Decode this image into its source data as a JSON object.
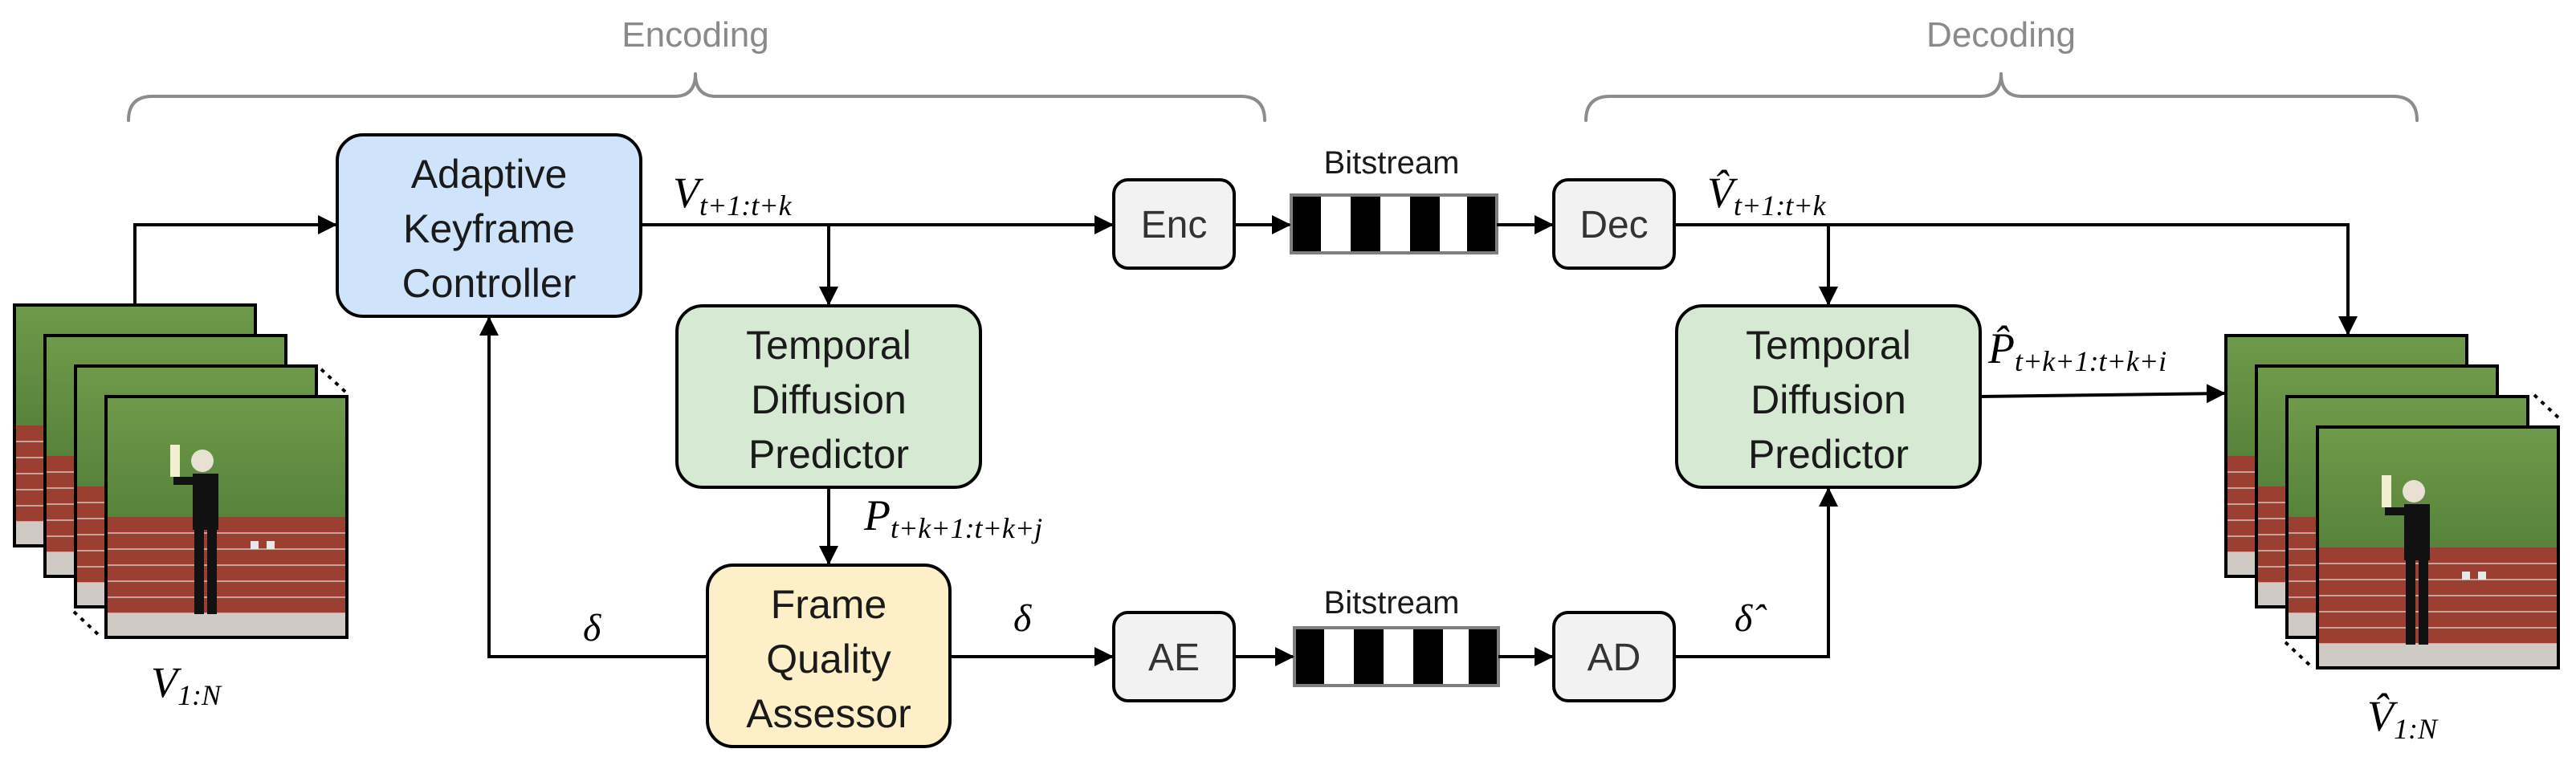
{
  "sections": {
    "encoding_label": "Encoding",
    "decoding_label": "Decoding"
  },
  "boxes": {
    "adaptive_keyframe_controller": {
      "lines": [
        "Adaptive",
        "Keyframe",
        "Controller"
      ],
      "fill": "#cfe3fb"
    },
    "temporal_diffusion_predictor_enc": {
      "lines": [
        "Temporal",
        "Diffusion",
        "Predictor"
      ],
      "fill": "#d6ead3"
    },
    "frame_quality_assessor": {
      "lines": [
        "Frame",
        "Quality",
        "Assessor"
      ],
      "fill": "#fdf0c8"
    },
    "temporal_diffusion_predictor_dec": {
      "lines": [
        "Temporal",
        "Diffusion",
        "Predictor"
      ],
      "fill": "#d6ead3"
    },
    "enc": "Enc",
    "dec": "Dec",
    "ae": "AE",
    "ad": "AD",
    "small_fill": "#f2f2f2"
  },
  "bitstreams": {
    "top_label": "Bitstream",
    "bottom_label": "Bitstream"
  },
  "math_labels": {
    "input_frames": {
      "base": "V",
      "sub": "1:N"
    },
    "keyframes": {
      "base": "V",
      "sub": "t+1:t+k"
    },
    "predicted": {
      "base": "P",
      "sub": "t+k+1:t+k+j"
    },
    "delta_left": "δ",
    "delta_right": "δ",
    "decoded_keyframes": {
      "base": "V̂",
      "sub": "t+1:t+k"
    },
    "decoded_predicted": {
      "base": "P̂",
      "sub": "t+k+1:t+k+i"
    },
    "decoded_delta": "δ̂",
    "output_frames": {
      "base": "V̂",
      "sub": "1:N"
    }
  }
}
